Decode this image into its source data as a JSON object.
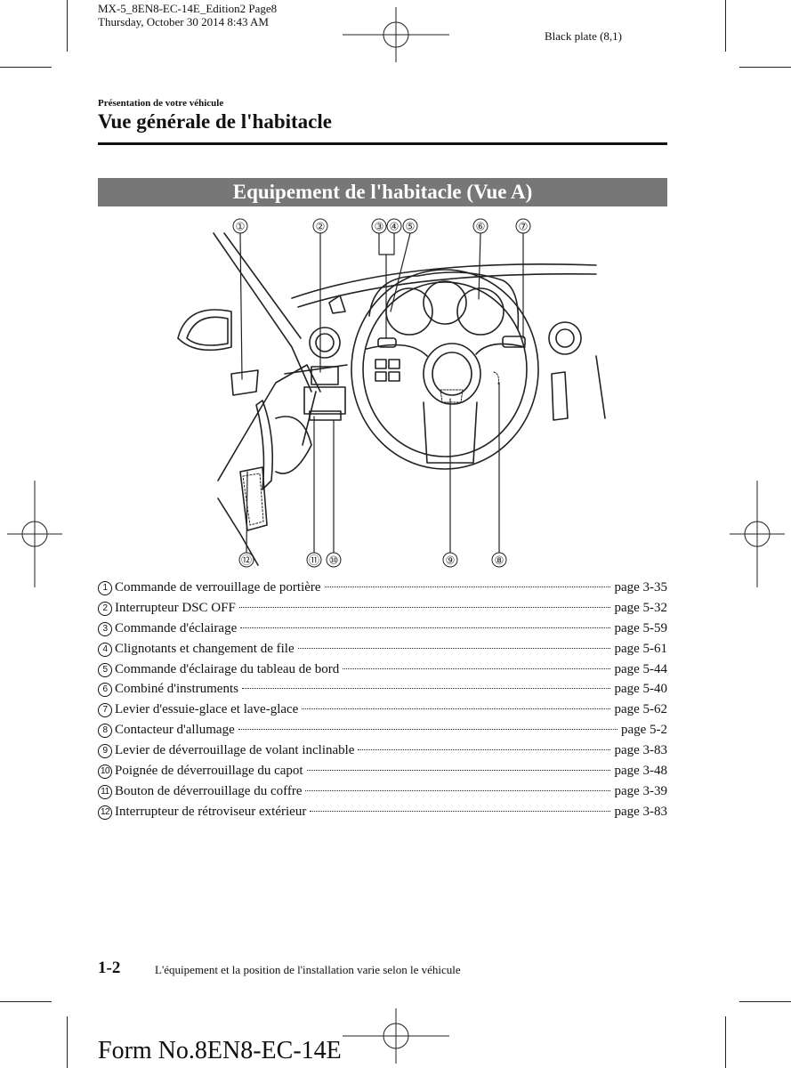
{
  "header": {
    "file_line": "MX-5_8EN8-EC-14E_Edition2 Page8",
    "date_line": "Thursday, October 30 2014 8:43 AM",
    "black_plate": "Black plate (8,1)"
  },
  "section_label": "Présentation de votre véhicule",
  "page_title": "Vue générale de l'habitacle",
  "banner_title": "Equipement de l'habitacle (Vue A)",
  "figure_callouts": [
    "①",
    "②",
    "③",
    "④",
    "⑤",
    "⑥",
    "⑦",
    "⑧",
    "⑨",
    "⑩",
    "⑪",
    "⑫"
  ],
  "items": [
    {
      "num": "1",
      "label": "Commande de verrouillage de portière",
      "page": "page 3-35"
    },
    {
      "num": "2",
      "label": "Interrupteur DSC OFF",
      "page": "page 5-32"
    },
    {
      "num": "3",
      "label": "Commande d'éclairage",
      "page": "page 5-59"
    },
    {
      "num": "4",
      "label": "Clignotants et changement de file",
      "page": "page 5-61"
    },
    {
      "num": "5",
      "label": "Commande d'éclairage du tableau de bord",
      "page": "page 5-44"
    },
    {
      "num": "6",
      "label": "Combiné d'instruments",
      "page": "page 5-40"
    },
    {
      "num": "7",
      "label": "Levier d'essuie-glace et lave-glace",
      "page": "page 5-62"
    },
    {
      "num": "8",
      "label": "Contacteur d'allumage",
      "page": "page 5-2"
    },
    {
      "num": "9",
      "label": "Levier de déverrouillage de volant inclinable",
      "page": "page 3-83"
    },
    {
      "num": "10",
      "label": "Poignée de déverrouillage du capot",
      "page": "page 3-48"
    },
    {
      "num": "11",
      "label": "Bouton de déverrouillage du coffre",
      "page": "page 3-39"
    },
    {
      "num": "12",
      "label": "Interrupteur de rétroviseur extérieur",
      "page": "page 3-83"
    }
  ],
  "footer": {
    "page_number": "1-2",
    "note": "L'équipement et la position de l'installation varie selon le véhicule",
    "form_number": "Form No.8EN8-EC-14E"
  }
}
